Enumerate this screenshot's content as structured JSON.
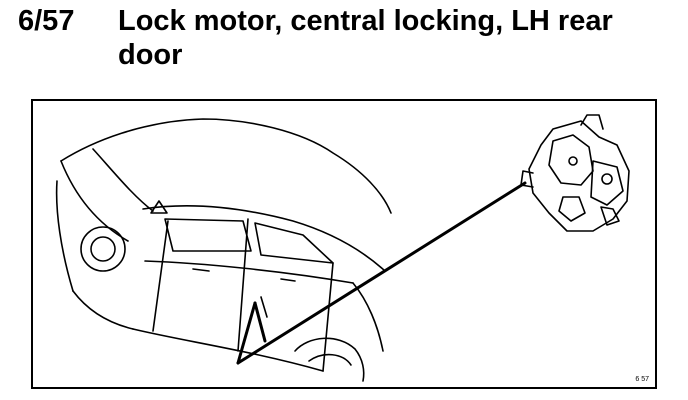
{
  "header": {
    "code": "6/57",
    "title": "Lock motor, central locking, LH rear door"
  },
  "figure": {
    "id_label": "6 57"
  }
}
